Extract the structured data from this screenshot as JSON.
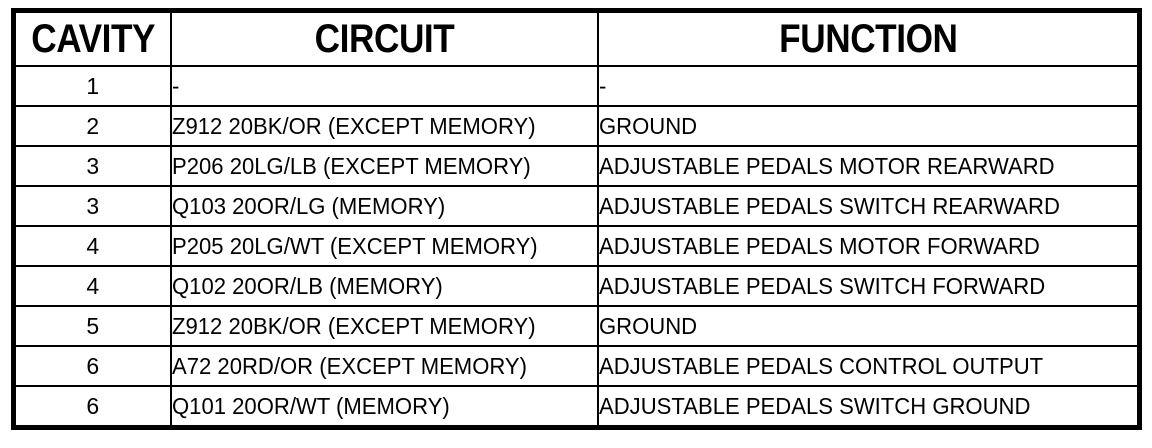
{
  "table": {
    "columns": [
      {
        "key": "cavity",
        "label": "CAVITY"
      },
      {
        "key": "circuit",
        "label": "CIRCUIT"
      },
      {
        "key": "function",
        "label": "FUNCTION"
      }
    ],
    "rows": [
      {
        "cavity": "1",
        "circuit": "-",
        "function": "-"
      },
      {
        "cavity": "2",
        "circuit": "Z912 20BK/OR (EXCEPT MEMORY)",
        "function": "GROUND"
      },
      {
        "cavity": "3",
        "circuit": "P206 20LG/LB (EXCEPT MEMORY)",
        "function": "ADJUSTABLE PEDALS MOTOR REARWARD"
      },
      {
        "cavity": "3",
        "circuit": "Q103 20OR/LG (MEMORY)",
        "function": "ADJUSTABLE PEDALS SWITCH REARWARD"
      },
      {
        "cavity": "4",
        "circuit": "P205 20LG/WT (EXCEPT MEMORY)",
        "function": "ADJUSTABLE PEDALS MOTOR FORWARD"
      },
      {
        "cavity": "4",
        "circuit": "Q102 20OR/LB (MEMORY)",
        "function": "ADJUSTABLE PEDALS SWITCH FORWARD"
      },
      {
        "cavity": "5",
        "circuit": "Z912 20BK/OR (EXCEPT MEMORY)",
        "function": "GROUND"
      },
      {
        "cavity": "6",
        "circuit": "A72 20RD/OR (EXCEPT MEMORY)",
        "function": "ADJUSTABLE PEDALS CONTROL OUTPUT"
      },
      {
        "cavity": "6",
        "circuit": "Q101 20OR/WT (MEMORY)",
        "function": "ADJUSTABLE PEDALS SWITCH GROUND"
      }
    ]
  },
  "colors": {
    "border": "#000000",
    "text": "#000000",
    "background": "#ffffff"
  }
}
